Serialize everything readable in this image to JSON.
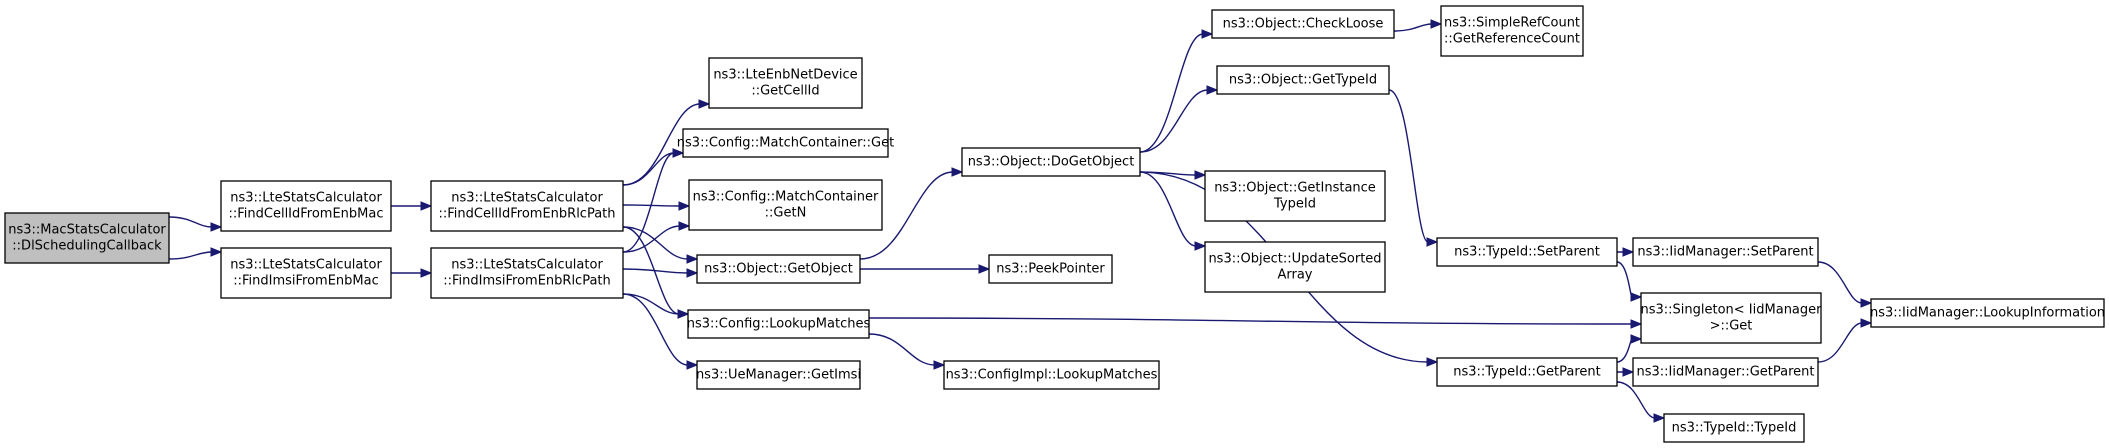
{
  "diagram": {
    "colors": {
      "edge": "#191970",
      "node_border": "#000000",
      "root_fill": "#bfbfbf",
      "node_fill": "#ffffff"
    },
    "nodes": [
      {
        "id": "n0",
        "lines": [
          "ns3::MacStatsCalculator",
          "::DlSchedulingCallback"
        ],
        "root": true
      },
      {
        "id": "n1",
        "lines": [
          "ns3::LteStatsCalculator",
          "::FindCellIdFromEnbMac"
        ]
      },
      {
        "id": "n2",
        "lines": [
          "ns3::LteStatsCalculator",
          "::FindImsiFromEnbMac"
        ]
      },
      {
        "id": "n3",
        "lines": [
          "ns3::LteStatsCalculator",
          "::FindCellIdFromEnbRlcPath"
        ]
      },
      {
        "id": "n4",
        "lines": [
          "ns3::LteStatsCalculator",
          "::FindImsiFromEnbRlcPath"
        ]
      },
      {
        "id": "n5",
        "lines": [
          "ns3::LteEnbNetDevice",
          "::GetCellId"
        ]
      },
      {
        "id": "n6",
        "lines": [
          "ns3::Config::MatchContainer::Get"
        ]
      },
      {
        "id": "n7",
        "lines": [
          "ns3::Config::MatchContainer",
          "::GetN"
        ]
      },
      {
        "id": "n8",
        "lines": [
          "ns3::Object::GetObject"
        ]
      },
      {
        "id": "n9",
        "lines": [
          "ns3::Config::LookupMatches"
        ]
      },
      {
        "id": "n10",
        "lines": [
          "ns3::UeManager::GetImsi"
        ]
      },
      {
        "id": "n11",
        "lines": [
          "ns3::Object::DoGetObject"
        ]
      },
      {
        "id": "n12",
        "lines": [
          "ns3::PeekPointer"
        ]
      },
      {
        "id": "n13",
        "lines": [
          "ns3::ConfigImpl::LookupMatches"
        ]
      },
      {
        "id": "n14",
        "lines": [
          "ns3::Object::CheckLoose"
        ]
      },
      {
        "id": "n15",
        "lines": [
          "ns3::Object::GetTypeId"
        ]
      },
      {
        "id": "n16",
        "lines": [
          "ns3::Object::GetInstance",
          "TypeId"
        ]
      },
      {
        "id": "n17",
        "lines": [
          "ns3::Object::UpdateSorted",
          "Array"
        ]
      },
      {
        "id": "n18",
        "lines": [
          "ns3::SimpleRefCount",
          "::GetReferenceCount"
        ]
      },
      {
        "id": "n19",
        "lines": [
          "ns3::TypeId::SetParent"
        ]
      },
      {
        "id": "n20",
        "lines": [
          "ns3::TypeId::GetParent"
        ]
      },
      {
        "id": "n21",
        "lines": [
          "ns3::IidManager::SetParent"
        ]
      },
      {
        "id": "n22",
        "lines": [
          "ns3::Singleton< IidManager",
          " >::Get"
        ]
      },
      {
        "id": "n23",
        "lines": [
          "ns3::IidManager::GetParent"
        ]
      },
      {
        "id": "n24",
        "lines": [
          "ns3::TypeId::TypeId"
        ]
      },
      {
        "id": "n25",
        "lines": [
          "ns3::IidManager::LookupInformation"
        ]
      }
    ],
    "edges": [
      [
        "n0",
        "n1"
      ],
      [
        "n0",
        "n2"
      ],
      [
        "n1",
        "n3"
      ],
      [
        "n2",
        "n4"
      ],
      [
        "n3",
        "n5"
      ],
      [
        "n3",
        "n6"
      ],
      [
        "n3",
        "n7"
      ],
      [
        "n3",
        "n8"
      ],
      [
        "n3",
        "n9"
      ],
      [
        "n4",
        "n6"
      ],
      [
        "n4",
        "n7"
      ],
      [
        "n4",
        "n8"
      ],
      [
        "n4",
        "n9"
      ],
      [
        "n4",
        "n10"
      ],
      [
        "n8",
        "n11"
      ],
      [
        "n8",
        "n12"
      ],
      [
        "n9",
        "n13"
      ],
      [
        "n9",
        "n22"
      ],
      [
        "n11",
        "n14"
      ],
      [
        "n11",
        "n15"
      ],
      [
        "n11",
        "n16"
      ],
      [
        "n11",
        "n17"
      ],
      [
        "n11",
        "n20"
      ],
      [
        "n14",
        "n18"
      ],
      [
        "n15",
        "n19"
      ],
      [
        "n19",
        "n21"
      ],
      [
        "n19",
        "n22"
      ],
      [
        "n20",
        "n22"
      ],
      [
        "n20",
        "n23"
      ],
      [
        "n20",
        "n24"
      ],
      [
        "n21",
        "n25"
      ],
      [
        "n23",
        "n25"
      ]
    ]
  }
}
